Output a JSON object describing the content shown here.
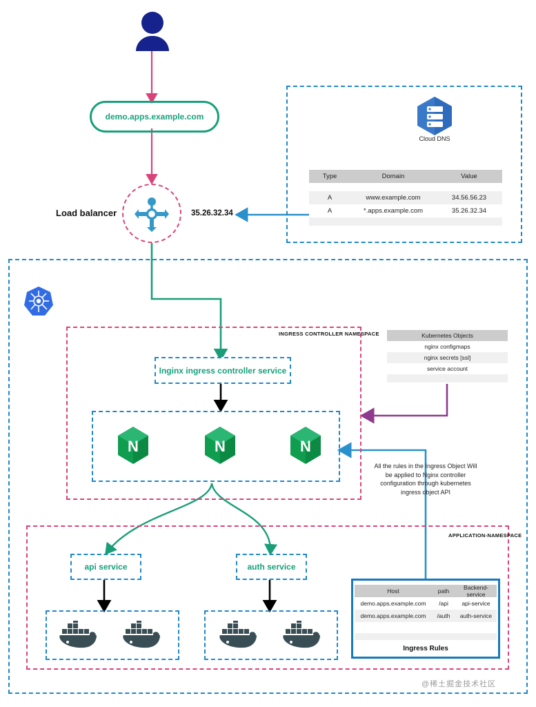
{
  "diagram": {
    "title": "Kubernetes Nginx Ingress Controller Architecture",
    "colors": {
      "blue_dashed": "#1e87c8",
      "pink_dashed": "#d8437a",
      "green": "#18A07A",
      "nginx_green": "#009639",
      "purple_arrow": "#8e3a8e",
      "blue_arrow": "#1e87c8",
      "person_blue": "#16238c",
      "k8s_blue": "#326ce5",
      "docker_dark": "#394d54",
      "table_header": "#cccccc",
      "table_alt_row": "#f0f0f0"
    }
  },
  "top": {
    "user_icon": "person-icon",
    "domain_pill": "demo.apps.example.com",
    "load_balancer_label": "Load balancer",
    "load_balancer_ip": "35.26.32.34",
    "lb_icon": "load-balancer-icon"
  },
  "dns_panel": {
    "icon": "cloud-dns-icon",
    "icon_label": "Cloud DNS",
    "table": {
      "headers": [
        "Type",
        "Domain",
        "Value"
      ],
      "rows": [
        [
          "A",
          "www.example.com",
          "34.56.56.23"
        ],
        [
          "A",
          "*.apps.example.com",
          "35.26.32.34"
        ]
      ]
    }
  },
  "cluster": {
    "icon": "kubernetes-icon",
    "ingress_namespace_label": "INGRESS CONTROLLER NAMESPACE",
    "application_namespace_label": "APPLICATION-NAMESPACE",
    "ingress_controller_service": "Inginx ingress controller service",
    "nginx_pods": [
      "nginx-pod-1",
      "nginx-pod-2",
      "nginx-pod-3"
    ],
    "services": [
      {
        "name": "api service",
        "pods": [
          "docker-container-1",
          "docker-container-2"
        ]
      },
      {
        "name": "auth service",
        "pods": [
          "docker-container-3",
          "docker-container-4"
        ]
      }
    ]
  },
  "k8s_objects": {
    "header": "Kubernetes Objects",
    "items": [
      "nginx configmaps",
      "nginx secrets [ssl]",
      "service account"
    ]
  },
  "note": {
    "text": "All the rules in the Ingress Object Will be applied to Nginx controller configuration through kubernetes ingress object API"
  },
  "ingress_rules": {
    "title": "Ingress Rules",
    "headers": [
      "Host",
      "path",
      "Backend-service"
    ],
    "rows": [
      [
        "demo.apps.example.com",
        "/api",
        "api-service"
      ],
      [
        "demo.apps.example.com",
        "/auth",
        "auth-service"
      ]
    ]
  },
  "watermark": {
    "text": "@稀土掘金技术社区"
  }
}
